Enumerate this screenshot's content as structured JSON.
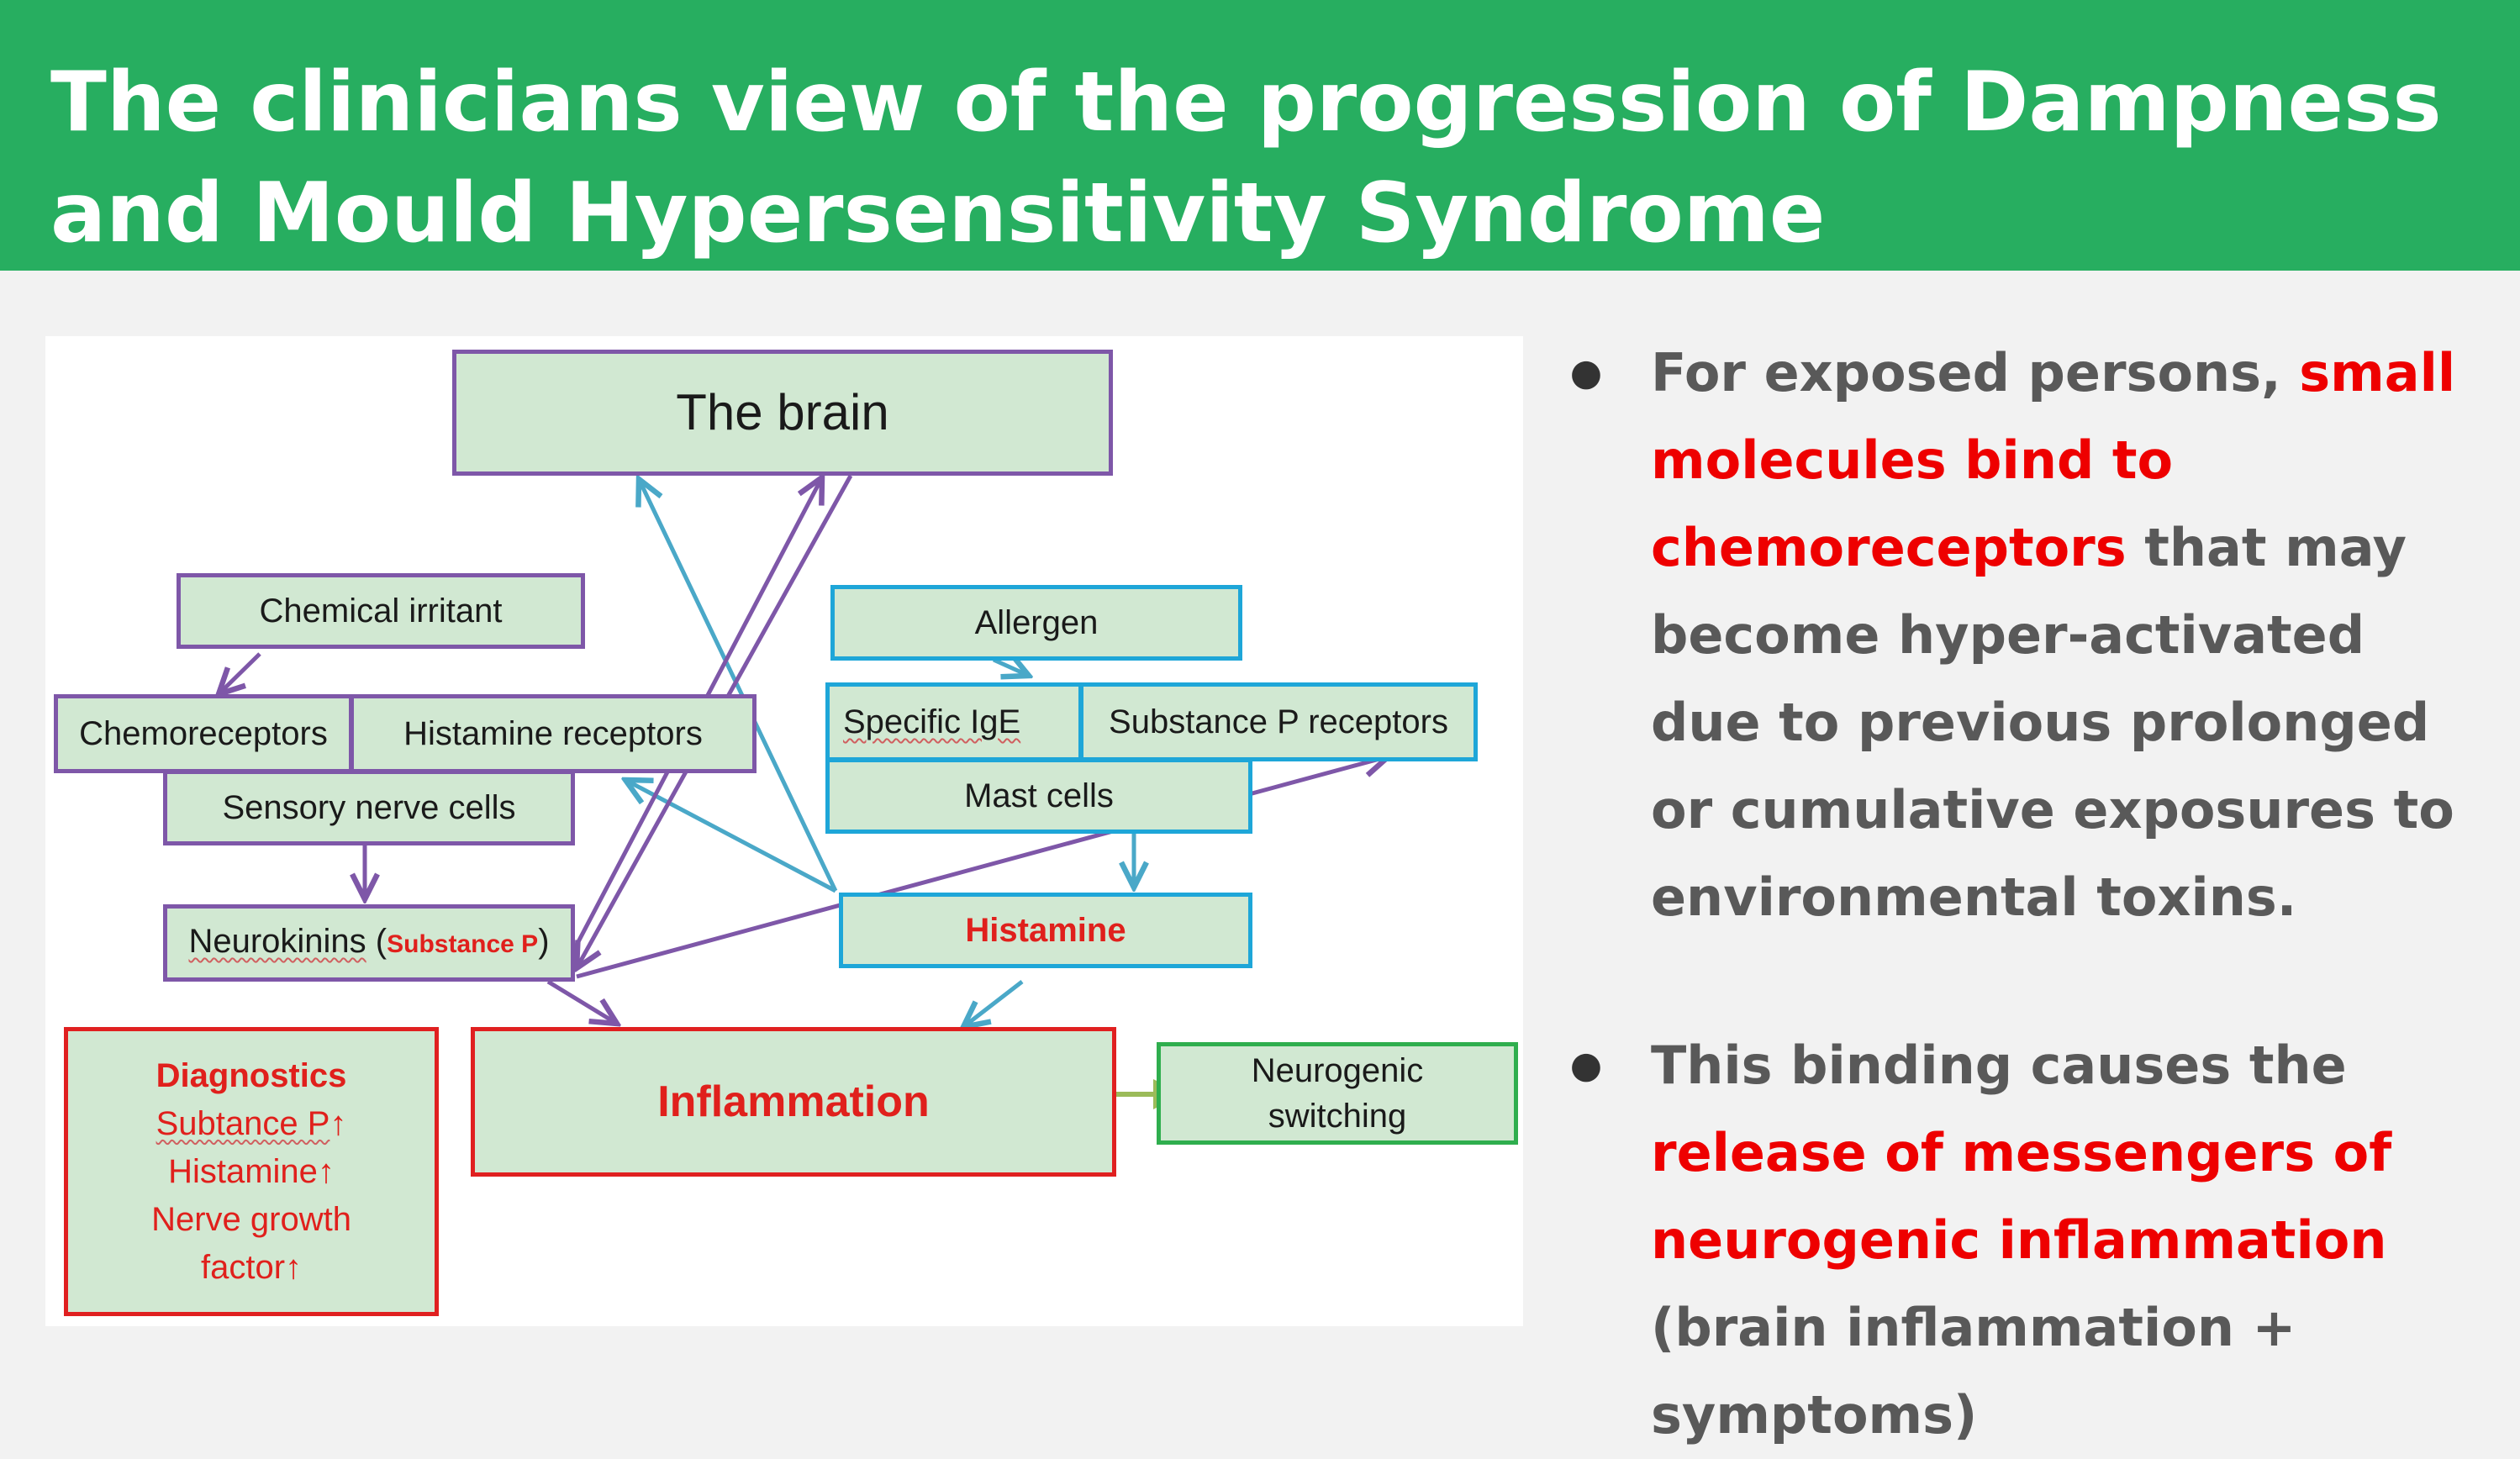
{
  "slide": {
    "title": "The clinicians view of the progression of Dampness and Mould Hypersensitivity Syndrome"
  },
  "diagram": {
    "nodes": {
      "brain": "The brain",
      "chemical_irritant": "Chemical irritant",
      "chemoreceptors": "Chemoreceptors",
      "histamine_receptors": "Histamine receptors",
      "sensory_nerve_cells": "Sensory nerve cells",
      "neurokinins": "Neurokinins",
      "neurokinins_open": " (",
      "neurokinins_sub": "Substance P",
      "neurokinins_close": ")",
      "allergen": "Allergen",
      "specific_ige": "Specific IgE",
      "substance_p_receptors": "Substance P receptors",
      "mast_cells": "Mast cells",
      "histamine": "Histamine",
      "inflammation": "Inflammation",
      "neurogenic_switching_1": "Neurogenic",
      "neurogenic_switching_2": "switching"
    },
    "diagnostics": {
      "heading": "Diagnostics",
      "line1": "Subtance P",
      "line2": "Histamine",
      "line3": "Nerve growth",
      "line4": "factor",
      "up_arrow": "↑"
    },
    "colors": {
      "purple": "#7e57a8",
      "blue": "#1ea6d8",
      "red": "#e02020",
      "green": "#2fae4e",
      "olive": "#9bbb59",
      "box_fill": "#d1e8d2"
    }
  },
  "bullets": [
    {
      "a": "For exposed persons, ",
      "b": "small molecules bind to chemoreceptors",
      "c": " that may become hyper-activated due to previous prolonged or cumulative exposures to environmental toxins."
    },
    {
      "a": "This binding causes the ",
      "b": "release of messengers of neurogenic inflammation",
      "c": " (brain inflammation + symptoms)"
    }
  ],
  "bullet_glyph": "●",
  "colors": {
    "header": "#27ae60",
    "background": "#f2f2f2",
    "highlight": "#ee0000",
    "body_text": "#595959"
  }
}
